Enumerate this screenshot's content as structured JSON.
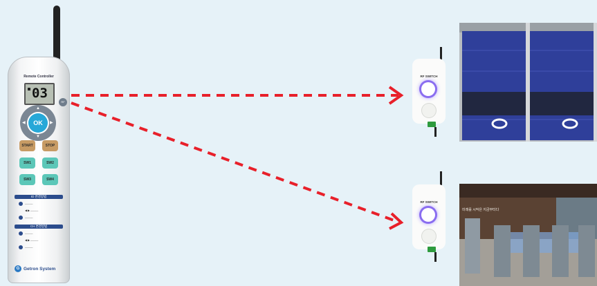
{
  "remote": {
    "title": "Remote Controller",
    "display": "03",
    "rf_button": "RF",
    "ok_label": "OK",
    "start_label": "START",
    "stop_label": "STOP",
    "sw1_label": "SW1",
    "sw2_label": "SW2",
    "sw3_label": "SW3",
    "sw4_label": "SW4",
    "id_section": "ID 변경방법",
    "ch_section": "CH 변경방법",
    "brand": "Getron System"
  },
  "switch_top": {
    "label": "RF SWITCH"
  },
  "switch_bottom": {
    "label": "RF SWITCH"
  },
  "gate_sign": "미래를 시작은 지금부터다",
  "colors": {
    "background": "#e6f2f8",
    "arrow": "#e8202a",
    "ok_button": "#26a8d8",
    "door": "#2f3f9a"
  }
}
